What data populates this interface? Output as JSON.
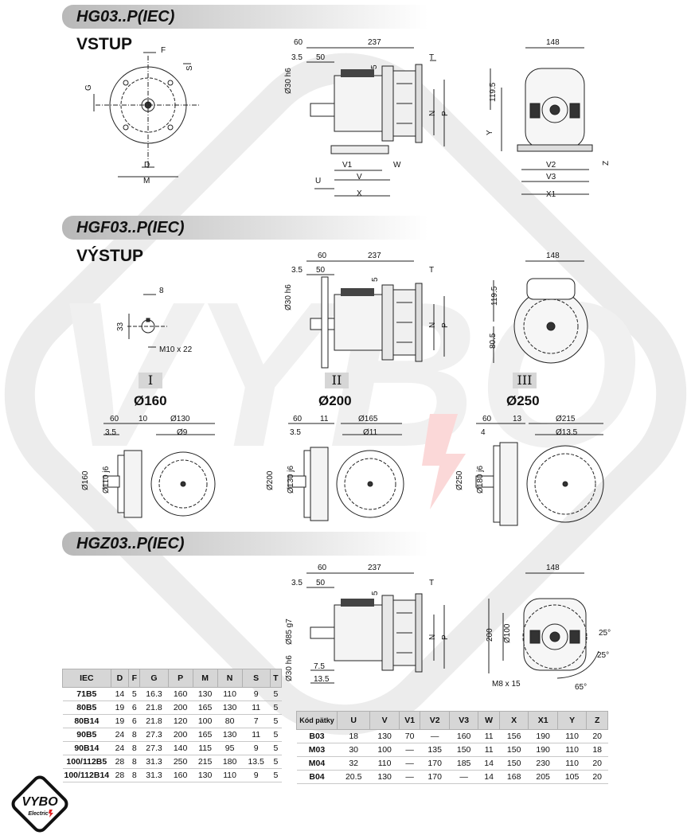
{
  "sections": {
    "s1": "HG03..P(IEC)",
    "s2": "HGF03..P(IEC)",
    "s3": "HGZ03..P(IEC)"
  },
  "labels": {
    "vstup": "VSTUP",
    "vystup": "VÝSTUP"
  },
  "flanges": [
    {
      "roman": "I",
      "dia": "Ø160"
    },
    {
      "roman": "II",
      "dia": "Ø200"
    },
    {
      "roman": "III",
      "dia": "Ø250"
    }
  ],
  "dims": {
    "d60": "60",
    "d237": "237",
    "d35": "3.5",
    "d50": "50",
    "dT": "T",
    "d5": "5",
    "d30h6": "Ø30 h6",
    "dN": "N",
    "dP": "P",
    "dV1": "V1",
    "dV": "V",
    "dW": "W",
    "dU": "U",
    "dX": "X",
    "d148": "148",
    "d1195": "119.5",
    "dY": "Y",
    "dV2": "V2",
    "dV3": "V3",
    "dX1": "X1",
    "dZ": "Z",
    "dF": "F",
    "dS": "S",
    "dG": "G",
    "dD": "D",
    "dM": "M",
    "d8": "8",
    "d33": "33",
    "dM10": "M10 x 22",
    "d805": "80.5",
    "d10": "10",
    "d130": "Ø130",
    "d9": "Ø9",
    "d160": "Ø160",
    "d110j6": "Ø110 j6",
    "d11": "11",
    "d165": "Ø165",
    "d11b": "Ø11",
    "d200": "Ø200",
    "d130j6": "Ø130 j6",
    "d13": "13",
    "d4": "4",
    "d215": "Ø215",
    "d135": "Ø13.5",
    "d250": "Ø250",
    "d180j6": "Ø180 j6",
    "d85g7": "Ø85 g7",
    "d75": "7.5",
    "d135b": "13.5",
    "d200b": "200",
    "d100": "Ø100",
    "d25a": "25°",
    "d25b": "25°",
    "dM8": "M8 x 15",
    "d65": "65°"
  },
  "table1": {
    "headers": [
      "IEC",
      "D",
      "F",
      "G",
      "P",
      "M",
      "N",
      "S",
      "T"
    ],
    "rows": [
      [
        "71B5",
        "14",
        "5",
        "16.3",
        "160",
        "130",
        "110",
        "9",
        "5"
      ],
      [
        "80B5",
        "19",
        "6",
        "21.8",
        "200",
        "165",
        "130",
        "11",
        "5"
      ],
      [
        "80B14",
        "19",
        "6",
        "21.8",
        "120",
        "100",
        "80",
        "7",
        "5"
      ],
      [
        "90B5",
        "24",
        "8",
        "27.3",
        "200",
        "165",
        "130",
        "11",
        "5"
      ],
      [
        "90B14",
        "24",
        "8",
        "27.3",
        "140",
        "115",
        "95",
        "9",
        "5"
      ],
      [
        "100/112B5",
        "28",
        "8",
        "31.3",
        "250",
        "215",
        "180",
        "13.5",
        "5"
      ],
      [
        "100/112B14",
        "28",
        "8",
        "31.3",
        "160",
        "130",
        "110",
        "9",
        "5"
      ]
    ]
  },
  "table2": {
    "headers": [
      "Kód pätky",
      "U",
      "V",
      "V1",
      "V2",
      "V3",
      "W",
      "X",
      "X1",
      "Y",
      "Z"
    ],
    "rows": [
      [
        "B03",
        "18",
        "130",
        "70",
        "—",
        "160",
        "11",
        "156",
        "190",
        "110",
        "20"
      ],
      [
        "M03",
        "30",
        "100",
        "—",
        "135",
        "150",
        "11",
        "150",
        "190",
        "110",
        "18"
      ],
      [
        "M04",
        "32",
        "110",
        "—",
        "170",
        "185",
        "14",
        "150",
        "230",
        "110",
        "20"
      ],
      [
        "B04",
        "20.5",
        "130",
        "—",
        "170",
        "—",
        "14",
        "168",
        "205",
        "105",
        "20"
      ]
    ]
  },
  "logo": {
    "text": "VYBO",
    "sub": "Electric"
  },
  "colors": {
    "accent": "#e02020",
    "banner": "#c8c8c8",
    "watermark": "#e6e6e6"
  }
}
